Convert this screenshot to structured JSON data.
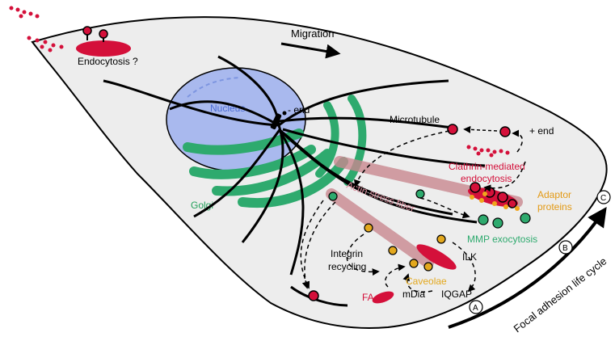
{
  "labels": {
    "migration": "Migration",
    "endocytosis_q": "Endocytosis ?",
    "nucleus": "Nucleus",
    "minus_end": "- end",
    "microtubule": "Microtubule",
    "plus_end": "+ end",
    "clathrin_line1": "Clathrin-mediated",
    "clathrin_line2": "endocytosis",
    "adaptor_line1": "Adaptor",
    "adaptor_line2": "proteins",
    "golgi": "Golgi",
    "actin_stress_fiber": "Actin stress fiber",
    "mmp_exocytosis": "MMP exocytosis",
    "integrin_line1": "Integrin",
    "integrin_line2": "recycling",
    "ilk": "ILK",
    "caveolae": "Caveolae",
    "mdia": "mDia",
    "iqgap": "IQGAP",
    "fa": "FA",
    "fa_life_cycle": "Focal adhesion life cycle",
    "stage_a": "A",
    "stage_b": "B",
    "stage_c": "C"
  },
  "colors": {
    "cell": "#ededed",
    "nucleus": "#a9b9ee",
    "nucleus_text": "#4e6ed4",
    "golgi": "#2eaa6e",
    "golgi_text": "#22a05a",
    "red": "#d4103a",
    "actin": "#c98890",
    "adaptor": "#f0a51c",
    "caveolae": "#e3a81e"
  }
}
